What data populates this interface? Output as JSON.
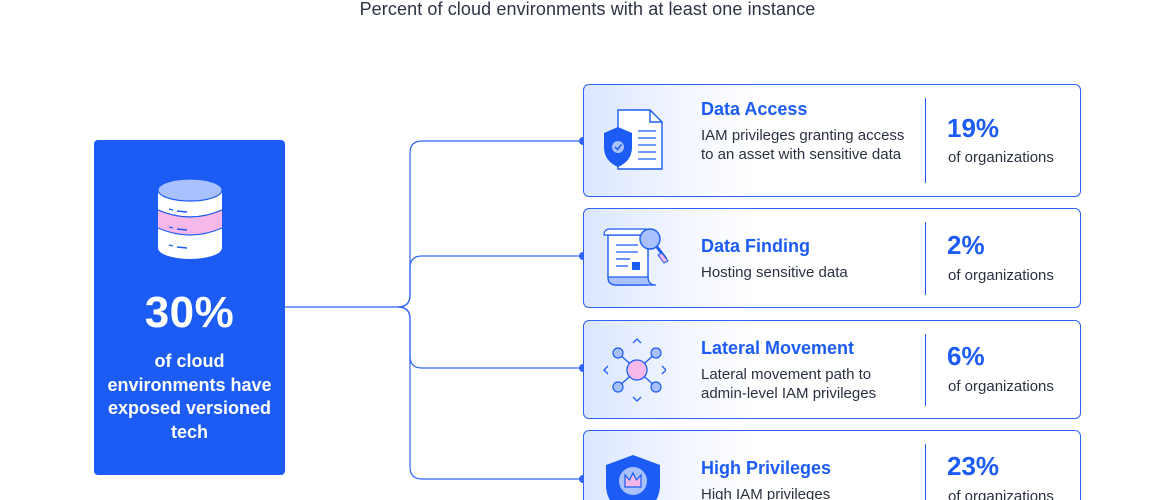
{
  "subtitle": "Percent of cloud environments with at least one instance",
  "summary": {
    "percent": "30%",
    "description": "of cloud environments have exposed versioned tech"
  },
  "categories": [
    {
      "title": "Data Access",
      "description": "IAM privileges granting access to an asset with sensitive data",
      "percent": "19%",
      "percent_label": "of organizations",
      "icon": "shield-document-icon"
    },
    {
      "title": "Data Finding",
      "description": "Hosting sensitive data",
      "percent": "2%",
      "percent_label": "of organizations",
      "icon": "document-search-icon"
    },
    {
      "title": "Lateral Movement",
      "description": "Lateral movement path to admin-level IAM privileges",
      "percent": "6%",
      "percent_label": "of organizations",
      "icon": "network-nodes-icon"
    },
    {
      "title": "High Privileges",
      "description": "High IAM privileges",
      "percent": "23%",
      "percent_label": "of organizations",
      "icon": "shield-crown-icon"
    }
  ],
  "colors": {
    "primary": "#1c5cf4",
    "pink": "#f5b8e8",
    "light_blue": "#a9c2ff"
  }
}
